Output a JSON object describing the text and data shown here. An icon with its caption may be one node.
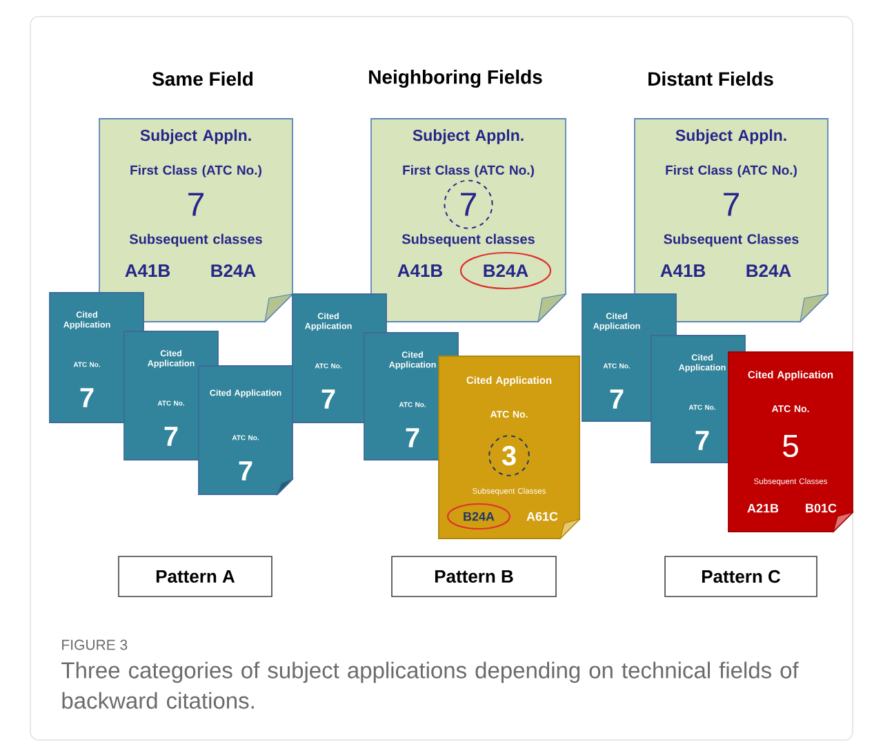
{
  "diagram": {
    "title": "FIGURE 3",
    "caption": "Three categories of subject applications depending on technical fields of backward citations.",
    "nodes": [
      {
        "text": [
          "Subject Appln.",
          "First Class (ATC No.)",
          "7",
          "Subsequent classes",
          "A41B",
          "B24A"
        ]
      },
      {
        "text": [
          "Cited Application",
          "ATC No.",
          "7"
        ]
      },
      {
        "text": [
          "Cited Application",
          "ATC No.",
          "7"
        ]
      },
      {
        "text": [
          "Cited Application",
          "ATC No.",
          "7"
        ]
      },
      {
        "text": [
          "Pattern A"
        ]
      },
      {
        "text": [
          "Subject Appln.",
          "First Class (ATC No.)",
          "7",
          "Subsequent classes",
          "A41B",
          "B24A"
        ]
      },
      {
        "text": [
          "Cited Application",
          "ATC No.",
          "7"
        ]
      },
      {
        "text": [
          "Cited Application",
          "ATC No.",
          "7"
        ]
      },
      {
        "text": [
          "Cited Application",
          "ATC No.",
          "3",
          "Subsequent Classes",
          "B24A",
          "A61C"
        ]
      },
      {
        "text": [
          "Pattern B"
        ]
      },
      {
        "text": [
          "Subject Appln.",
          "First Class (ATC No.)",
          "7",
          "Subsequent Classes",
          "A41B",
          "B24A"
        ]
      },
      {
        "text": [
          "Cited Application",
          "ATC No.",
          "7"
        ]
      },
      {
        "text": [
          "Cited Application",
          "ATC No.",
          "7"
        ]
      },
      {
        "text": [
          "Cited Application",
          "ATC No.",
          "5",
          "Subsequent Classes",
          "A21B",
          "B01C"
        ]
      },
      {
        "text": [
          "Pattern C"
        ]
      }
    ],
    "labels": [
      "Same Field",
      "Neighboring Fields",
      "Distant Fields"
    ]
  }
}
